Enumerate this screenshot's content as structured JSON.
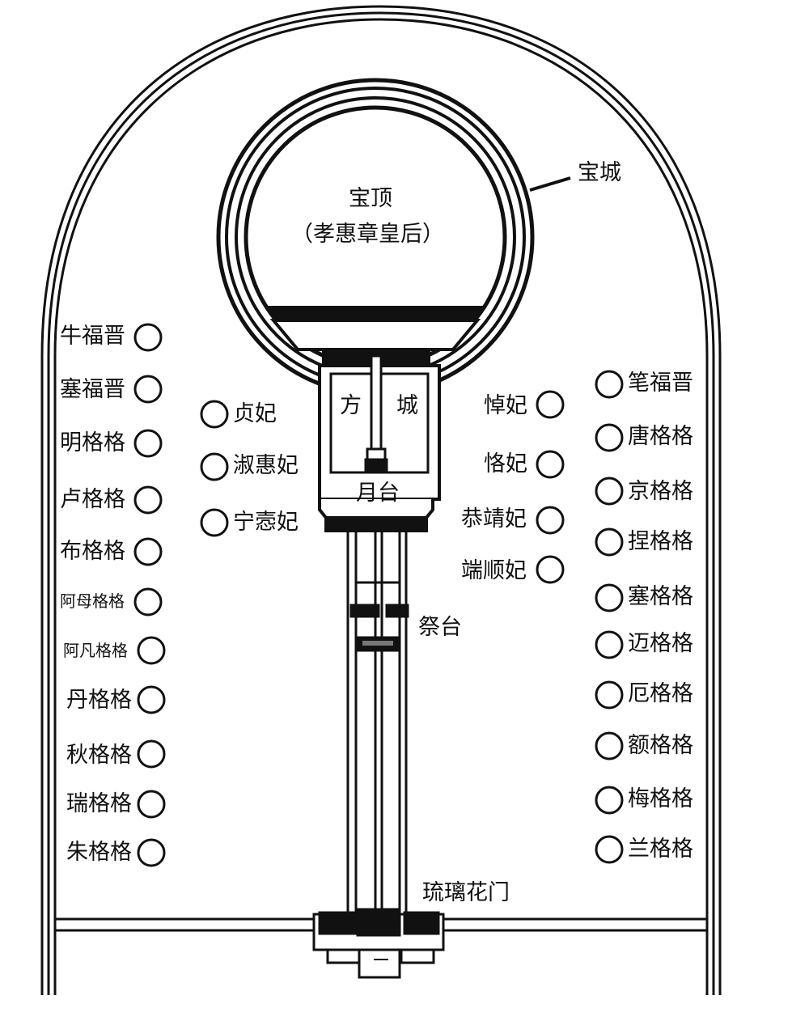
{
  "colors": {
    "ink": "#111111",
    "paper": "#ffffff"
  },
  "labels": {
    "baocheng": "宝城",
    "baoding": "宝顶",
    "baoding_note": "（孝惠章皇后）",
    "fangcheng_left": "方",
    "fangcheng_right": "城",
    "yuetai": "月台",
    "jitai": "祭台",
    "liuli_huamen": "琉璃花门"
  },
  "tombs": {
    "left_outer": [
      "牛福晋",
      "塞福晋",
      "明格格",
      "卢格格",
      "布格格",
      "阿母格格",
      "阿凡格格",
      "丹格格",
      "秋格格",
      "瑞格格",
      "朱格格"
    ],
    "left_inner": [
      "贞妃",
      "淑惠妃",
      "宁悫妃"
    ],
    "right_inner": [
      "悼妃",
      "恪妃",
      "恭靖妃",
      "端顺妃"
    ],
    "right_outer": [
      "笔福晋",
      "唐格格",
      "京格格",
      "捏格格",
      "塞格格",
      "迈格格",
      "厄格格",
      "额格格",
      "梅格格",
      "兰格格"
    ]
  },
  "icons": {
    "tomb_marker": "circle-icon"
  }
}
